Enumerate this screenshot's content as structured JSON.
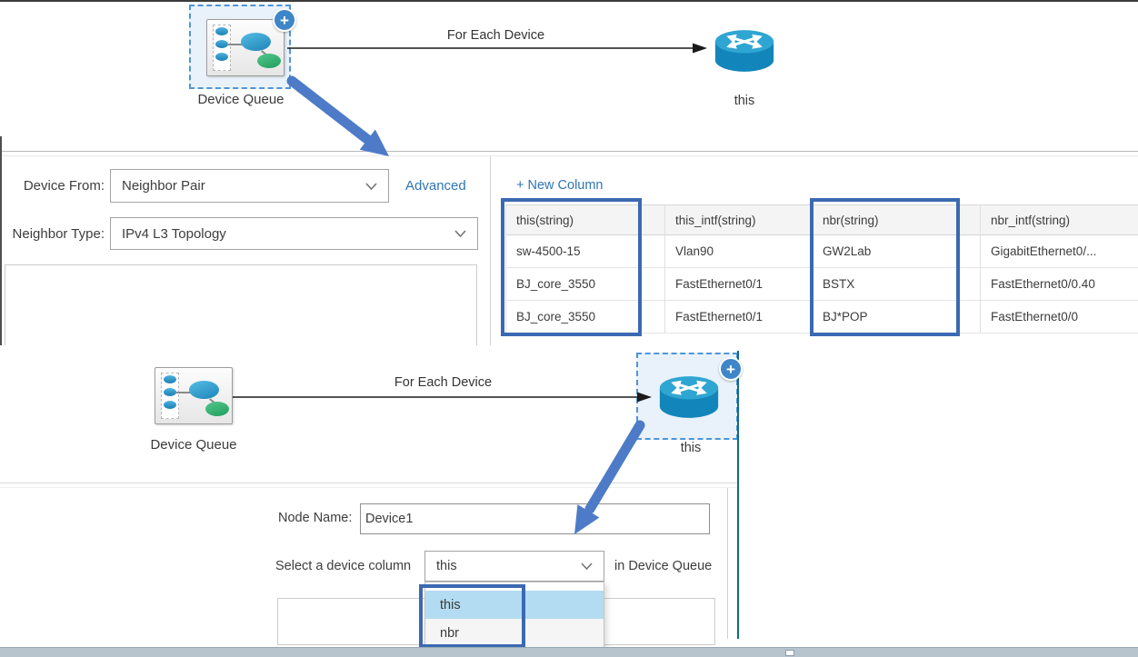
{
  "icons": {
    "plus": "+"
  },
  "colors": {
    "annotation_arrow": "#4d7bc8",
    "annotation_rect": "#3b69b2",
    "selection_border": "#4e95d9",
    "selection_fill": "#e9f2fb",
    "link_blue": "#2e75b6",
    "option_highlight": "#b3dcf2",
    "teal_divider": "#0c6f75",
    "router_blue": "#1286ba"
  },
  "top_flow": {
    "queue_label": "Device Queue",
    "edge_label": "For Each Device",
    "device_label": "this"
  },
  "left_form": {
    "device_from_label": "Device From:",
    "device_from_value": "Neighbor Pair",
    "advanced_link": "Advanced",
    "neighbor_type_label": "Neighbor Type:",
    "neighbor_type_value": "IPv4 L3 Topology"
  },
  "table_panel": {
    "new_column_link": "+ New Column",
    "columns": [
      "this(string)",
      "this_intf(string)",
      "nbr(string)",
      "nbr_intf(string)"
    ],
    "rows": [
      [
        "sw-4500-15",
        "Vlan90",
        "GW2Lab",
        "GigabitEthernet0/..."
      ],
      [
        "BJ_core_3550",
        "FastEthernet0/1",
        "BSTX",
        "FastEthernet0/0.40"
      ],
      [
        "BJ_core_3550",
        "FastEthernet0/1",
        "BJ*POP",
        "FastEthernet0/0"
      ]
    ]
  },
  "bottom_flow": {
    "queue_label": "Device Queue",
    "edge_label": "For Each Device",
    "device_label": "this"
  },
  "bottom_form": {
    "node_name_label": "Node Name:",
    "node_name_value": "Device1",
    "select_label": "Select a device column",
    "select_value": "this",
    "suffix_label": "in Device Queue",
    "options": [
      "this",
      "nbr"
    ]
  }
}
